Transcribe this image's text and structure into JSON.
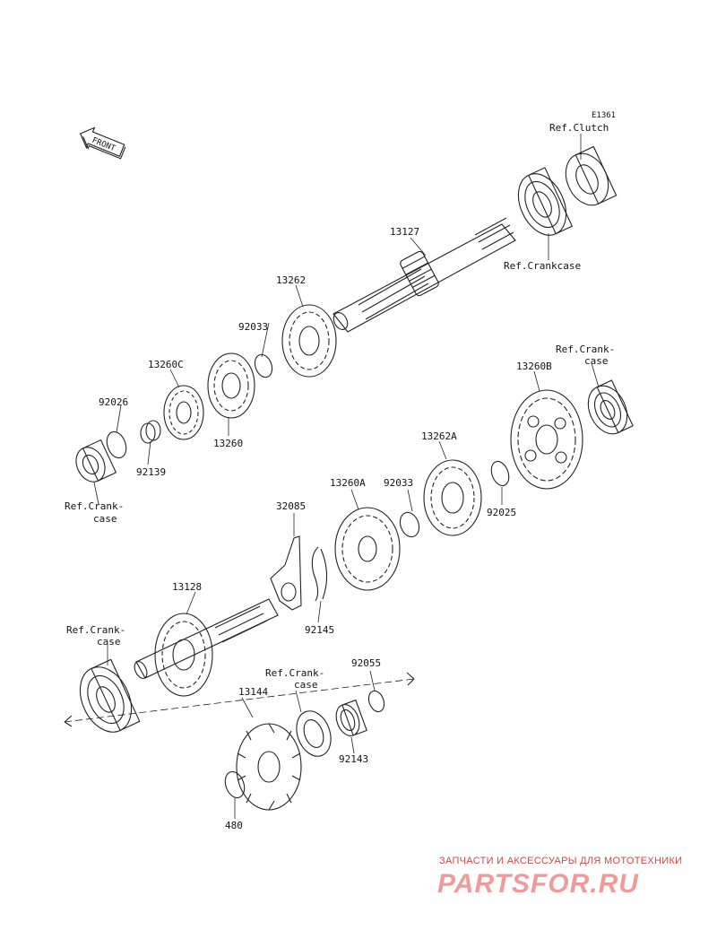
{
  "diagram": {
    "ref_code": "E1361",
    "front_label": "FRONT",
    "labels": {
      "ref_clutch": "Ref.Clutch",
      "ref_crankcase": "Ref.Crankcase",
      "ref_crank_case_1": [
        "Ref.Crank-",
        "case"
      ],
      "ref_crank_case_2": [
        "Ref.Crank-",
        "case"
      ],
      "ref_crank_case_3": [
        "Ref.Crank-",
        "case"
      ],
      "ref_crank_case_4": [
        "Ref.Crank-",
        "case"
      ],
      "p13127": "13127",
      "p13262": "13262",
      "p92033_a": "92033",
      "p13260c": "13260C",
      "p92026": "92026",
      "p13260": "13260",
      "p92139": "92139",
      "p13260b": "13260B",
      "p13262a": "13262A",
      "p13260a": "13260A",
      "p92033_b": "92033",
      "p92025": "92025",
      "p32085": "32085",
      "p13128": "13128",
      "p92145": "92145",
      "p92055": "92055",
      "p13144": "13144",
      "p92143": "92143",
      "p480": "480"
    }
  },
  "watermark": {
    "caption": "ЗАПЧАСТИ И АКСЕССУАРЫ ДЛЯ МОТОТЕХНИКИ",
    "brand": "PARTSFOR.RU"
  }
}
